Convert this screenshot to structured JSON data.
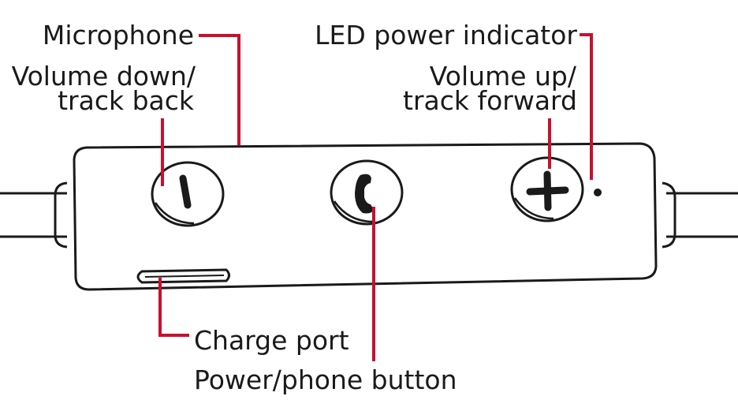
{
  "labels": {
    "microphone": "Microphone",
    "volume_down_line1": "Volume down/",
    "volume_down_line2": "track back",
    "led": "LED power indicator",
    "volume_up_line1": "Volume up/",
    "volume_up_line2": "track forward",
    "charge_port": "Charge port",
    "power_button": "Power/phone button"
  },
  "colors": {
    "leader_line": "#c8102e",
    "outline": "#1a1a1a",
    "background": "#ffffff"
  },
  "icons": {
    "volume_down": "minus-icon",
    "power": "phone-icon",
    "volume_up": "plus-icon"
  }
}
